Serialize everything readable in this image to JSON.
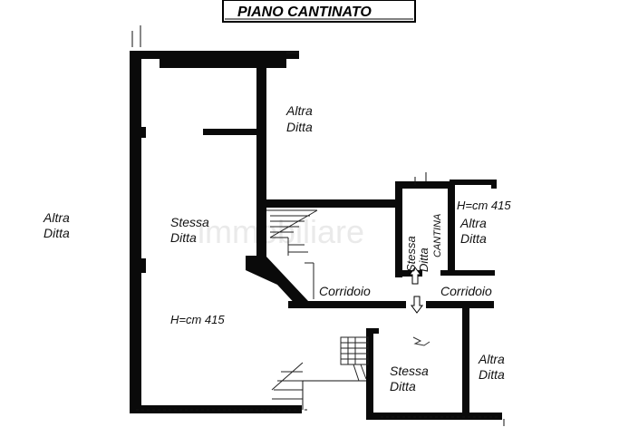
{
  "title": "PIANO CANTINATO",
  "labels": {
    "altra_ditta_top": [
      "Altra",
      "Ditta"
    ],
    "altra_ditta_left": [
      "Altra",
      "Ditta"
    ],
    "stessa_ditta_main": [
      "Stessa",
      "Ditta"
    ],
    "height_main": "H=cm  415",
    "stessa_ditta_cantina": [
      "Stessa",
      "Ditta",
      "CANTINA"
    ],
    "height_right": "H=cm  415",
    "altra_ditta_right": [
      "Altra",
      "Ditta"
    ],
    "corridoio_left": "Corridoio",
    "corridoio_right": "Corridoio",
    "stessa_ditta_bottom": [
      "Stessa",
      "Ditta"
    ],
    "altra_ditta_bottom_right": [
      "Altra",
      "Ditta"
    ]
  },
  "watermark": "immobiliare"
}
